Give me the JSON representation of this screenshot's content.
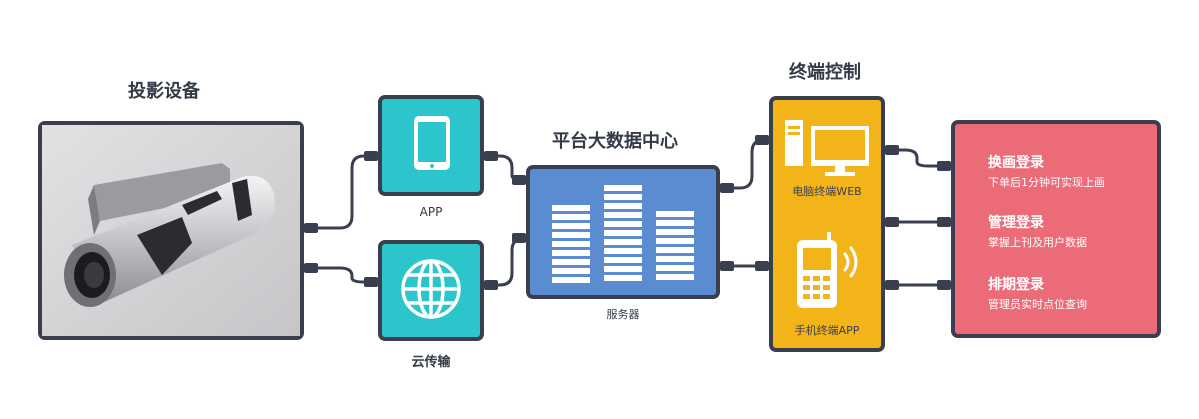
{
  "titles": {
    "device": "投影设备",
    "platform": "平台大数据中心",
    "terminal": "终端控制"
  },
  "captions": {
    "app": "APP",
    "cloud": "云传输",
    "server": "服务器",
    "pc": "电脑终端WEB",
    "phone": "手机终端APP"
  },
  "logins": [
    {
      "title": "换画登录",
      "subtitle": "下单后1分钟可实现上画"
    },
    {
      "title": "管理登录",
      "subtitle": "掌握上刊及用户数据"
    },
    {
      "title": "排期登录",
      "subtitle": "管理员实时点位查询"
    }
  ],
  "colors": {
    "border": "#3a3f50",
    "teal": "#2dc5cc",
    "server_blue": "#5b8bd0",
    "terminal_yellow": "#f2b418",
    "login_pink": "#ec6b78",
    "device_gray": "#d0d0d3"
  }
}
